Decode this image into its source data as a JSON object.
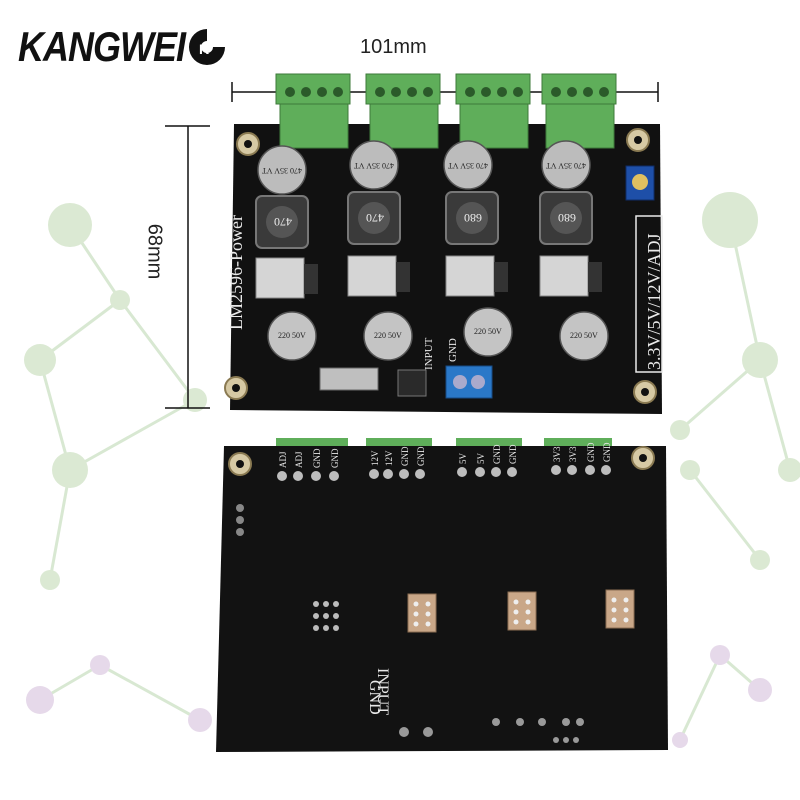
{
  "brand": {
    "name": "KANGWEI",
    "badge": "K",
    "color": "#111111"
  },
  "dimensions": {
    "width": "101mm",
    "height": "68mm"
  },
  "front_board": {
    "silkscreen_title": "LM2596-Power",
    "side_label": "3.3V/5V/12V/ADJ",
    "input_labels": [
      "INPUT",
      "GND"
    ],
    "inductor_values": [
      "470",
      "470",
      "680",
      "680"
    ],
    "input_caps": [
      "470 35V VT",
      "470 35V VT",
      "470 35V VT",
      "470 35V VT"
    ],
    "output_caps": [
      "220 50V",
      "220 50V",
      "220 50V",
      "220 50V"
    ]
  },
  "back_board": {
    "terminal_groups": [
      [
        "ADJ",
        "ADJ",
        "GND",
        "GND"
      ],
      [
        "12V",
        "12V",
        "GND",
        "GND"
      ],
      [
        "5V",
        "5V",
        "GND",
        "GND"
      ],
      [
        "3V3",
        "3V3",
        "GND",
        "GND"
      ]
    ],
    "input_labels": [
      "INPUT",
      "GND"
    ]
  },
  "colors": {
    "pcb": "#111111",
    "terminal": "#5fae5a",
    "blue_terminal": "#2a78c8",
    "network_node": "#cfe3c3"
  }
}
